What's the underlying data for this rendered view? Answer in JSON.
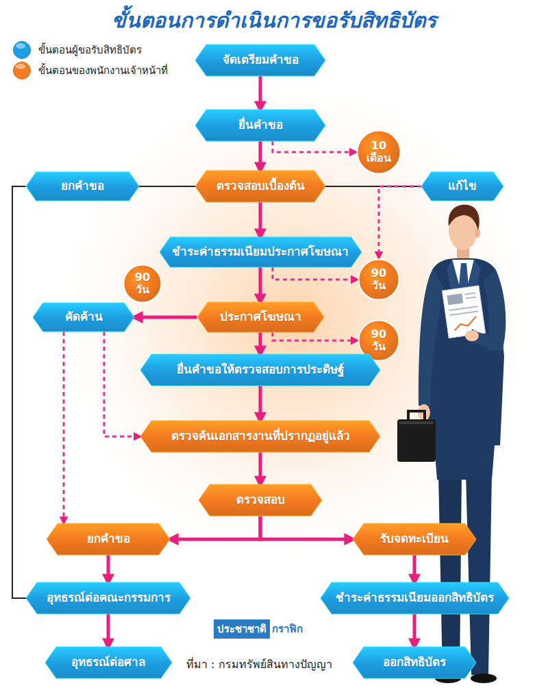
{
  "diagram": {
    "title": "ขั้นตอนการดำเนินการขอรับสิทธิบัตร",
    "nodes": [
      {
        "text": [
          "จัดเตรียมคำขอ"
        ]
      },
      {
        "text": [
          "ยื่นคำขอ"
        ]
      },
      {
        "text": [
          "10 เดือน"
        ]
      },
      {
        "text": [
          "ยกคำขอ"
        ]
      },
      {
        "text": [
          "ตรวจสอบเบื้องต้น"
        ]
      },
      {
        "text": [
          "แก้ไข"
        ]
      },
      {
        "text": [
          "ชำระค่าธรรมเนียมประกาศโฆษณา"
        ]
      },
      {
        "text": [
          "90 วัน"
        ]
      },
      {
        "text": [
          "90 วัน"
        ]
      },
      {
        "text": [
          "คัดค้าน"
        ]
      },
      {
        "text": [
          "ประกาศโฆษณา"
        ]
      },
      {
        "text": [
          "90 วัน"
        ]
      },
      {
        "text": [
          "ยื่นคำขอให้ตรวจสอบการประดิษฐ์"
        ]
      },
      {
        "text": [
          "ตรวจค้นเอกสารงานที่ปรากฏอยู่แล้ว"
        ]
      },
      {
        "text": [
          "ตรวจสอบ"
        ]
      },
      {
        "text": [
          "ยกคำขอ"
        ]
      },
      {
        "text": [
          "รับจดทะเบียน"
        ]
      },
      {
        "text": [
          "อุทธรณ์ต่อคณะกรรมการ"
        ]
      },
      {
        "text": [
          "ชำระค่าธรรมเนียมออกสิทธิบัตร"
        ]
      },
      {
        "text": [
          "อุทธรณ์ต่อศาล"
        ]
      },
      {
        "text": [
          "ออกสิทธิบัตร"
        ]
      }
    ],
    "edges": [
      {
        "from": 0,
        "to": 1,
        "arrow": "to"
      },
      {
        "from": 1,
        "to": 4,
        "arrow": "to"
      },
      {
        "from": 1,
        "to": 2,
        "arrow": "to"
      },
      {
        "from": 4,
        "to": 3,
        "arrow": "none"
      },
      {
        "from": 4,
        "to": 5,
        "arrow": "none"
      },
      {
        "from": 3,
        "to": 17,
        "arrow": "none"
      },
      {
        "from": 4,
        "to": 6,
        "arrow": "to"
      },
      {
        "from": 5,
        "to": 8,
        "arrow": "to"
      },
      {
        "from": 6,
        "to": 10,
        "arrow": "to"
      },
      {
        "from": 6,
        "to": 8,
        "arrow": "to"
      },
      {
        "from": 10,
        "to": 9,
        "arrow": "to"
      },
      {
        "from": 10,
        "to": 12,
        "arrow": "to"
      },
      {
        "from": 10,
        "to": 11,
        "arrow": "to"
      },
      {
        "from": 12,
        "to": 13,
        "arrow": "to"
      },
      {
        "from": 9,
        "to": 13,
        "arrow": "to"
      },
      {
        "from": 9,
        "to": 15,
        "arrow": "to"
      },
      {
        "from": 13,
        "to": 14,
        "arrow": "to"
      },
      {
        "from": 14,
        "to": 15,
        "arrow": "to"
      },
      {
        "from": 14,
        "to": 16,
        "arrow": "to"
      },
      {
        "from": 15,
        "to": 17,
        "arrow": "to"
      },
      {
        "from": 17,
        "to": 19,
        "arrow": "to"
      },
      {
        "from": 16,
        "to": 18,
        "arrow": "to"
      },
      {
        "from": 18,
        "to": 20,
        "arrow": "to"
      }
    ],
    "labels": [
      "ประชาชาติ",
      "กราฟิก",
      "ที่มา : กรมทรัพย์สินทางปัญญา"
    ],
    "legend": [
      {
        "text": "ขั้นตอนผู้ขอรับสิทธิบัตร",
        "color": "#1e9fe3"
      },
      {
        "text": "ขั้นตอนของพนักงานเจ้าหน้าที่",
        "color": "#f47b20"
      }
    ]
  }
}
